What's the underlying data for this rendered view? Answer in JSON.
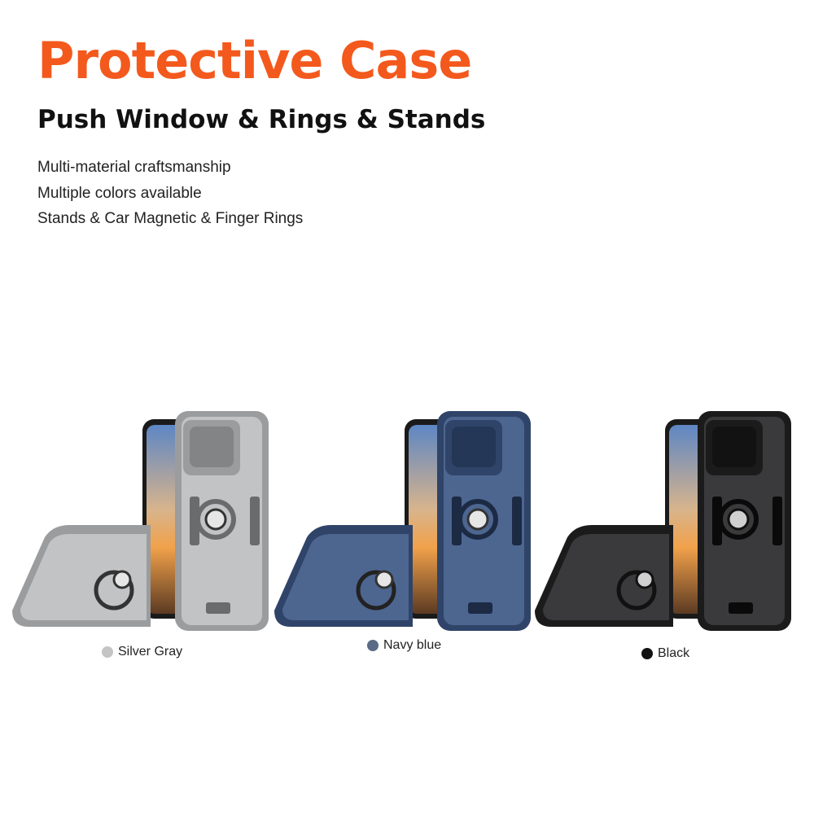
{
  "header": {
    "title": "Protective Case",
    "subtitle": "Push Window & Rings & Stands"
  },
  "features": [
    "Multi-material craftsmanship",
    "Multiple colors available",
    "Stands & Car Magnetic & Finger Rings"
  ],
  "colors": {
    "accent": "#f3591d"
  },
  "variants": [
    {
      "label": "Silver Gray",
      "swatch": "#c4c4c4",
      "case_color": "#9b9c9e",
      "case_light": "#c2c3c5",
      "case_dark": "#6a6b6d"
    },
    {
      "label": "Navy blue",
      "swatch": "#5a6b86",
      "case_color": "#2f4468",
      "case_light": "#4d6690",
      "case_dark": "#1c2a44"
    },
    {
      "label": "Black",
      "swatch": "#111111",
      "case_color": "#1b1b1c",
      "case_light": "#3a3a3c",
      "case_dark": "#0a0a0a"
    }
  ]
}
